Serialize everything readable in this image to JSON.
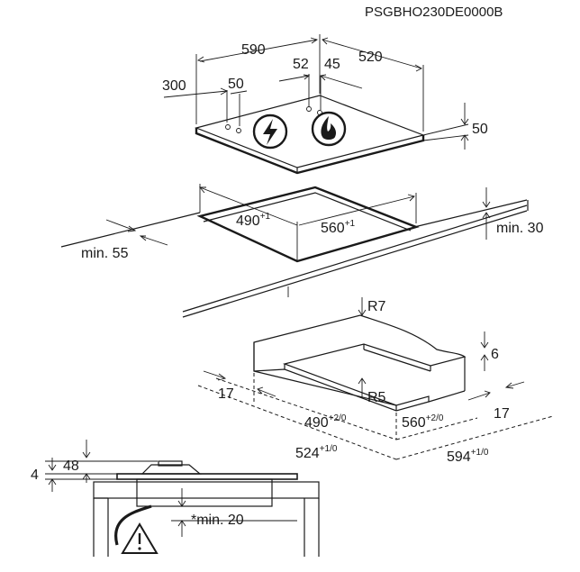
{
  "document_code": "PSGBHO230DE0000B",
  "hob": {
    "width": "590",
    "depth": "520",
    "dim_300": "300",
    "dim_50_left": "50",
    "dim_52": "52",
    "dim_45": "45",
    "height": "50",
    "electric_icon": "lightning-icon",
    "gas_icon": "flame-icon"
  },
  "cutout": {
    "width": "490",
    "width_tol": "+1",
    "depth": "560",
    "depth_tol": "+1",
    "min_front": "min. 55",
    "min_side": "min. 30"
  },
  "cabinet": {
    "radius_top": "R7",
    "radius_bottom": "R5",
    "step": "6",
    "margin_left": "17",
    "margin_right": "17",
    "width": "490",
    "width_tol": "+2/0",
    "depth": "560",
    "depth_tol": "+2/0",
    "outer_width": "524",
    "outer_width_tol": "+1/0",
    "outer_depth": "594",
    "outer_depth_tol": "+1/0"
  },
  "side_view": {
    "dim_4": "4",
    "dim_48": "48",
    "min_below": "*min. 20",
    "warning_icon": "warning-triangle-icon"
  }
}
